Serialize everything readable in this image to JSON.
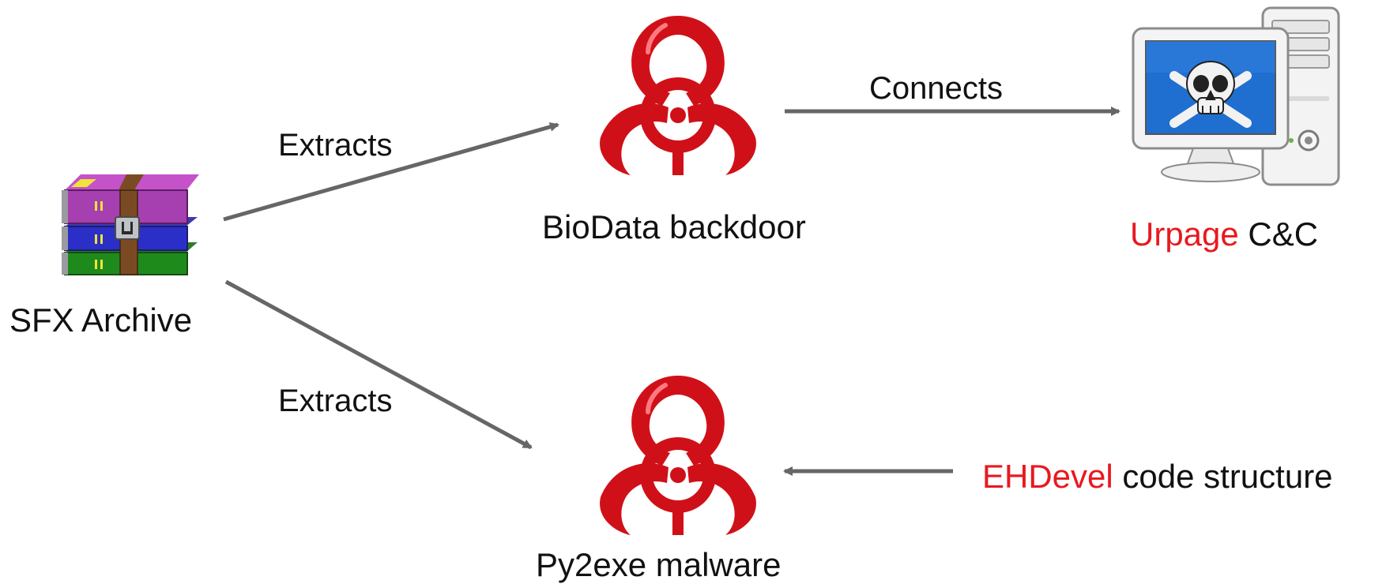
{
  "nodes": {
    "sfx": {
      "label": "SFX Archive"
    },
    "biodata": {
      "label": "BioData backdoor"
    },
    "cnc": {
      "label_highlight": "Urpage",
      "label_rest": " C&C"
    },
    "py2exe": {
      "label": "Py2exe malware"
    },
    "ehdevel": {
      "label_highlight": "EHDevel",
      "label_rest": " code structure"
    }
  },
  "edges": {
    "sfx_to_biodata": {
      "label": "Extracts"
    },
    "sfx_to_py2exe": {
      "label": "Extracts"
    },
    "biodata_to_cnc": {
      "label": "Connects"
    }
  },
  "colors": {
    "highlight": "#e8191f",
    "arrow": "#666666",
    "biohazard": "#d01018"
  },
  "icons": {
    "sfx": "winrar-archive-icon",
    "biodata": "biohazard-icon",
    "py2exe": "biohazard-icon",
    "cnc": "infected-computer-icon"
  }
}
